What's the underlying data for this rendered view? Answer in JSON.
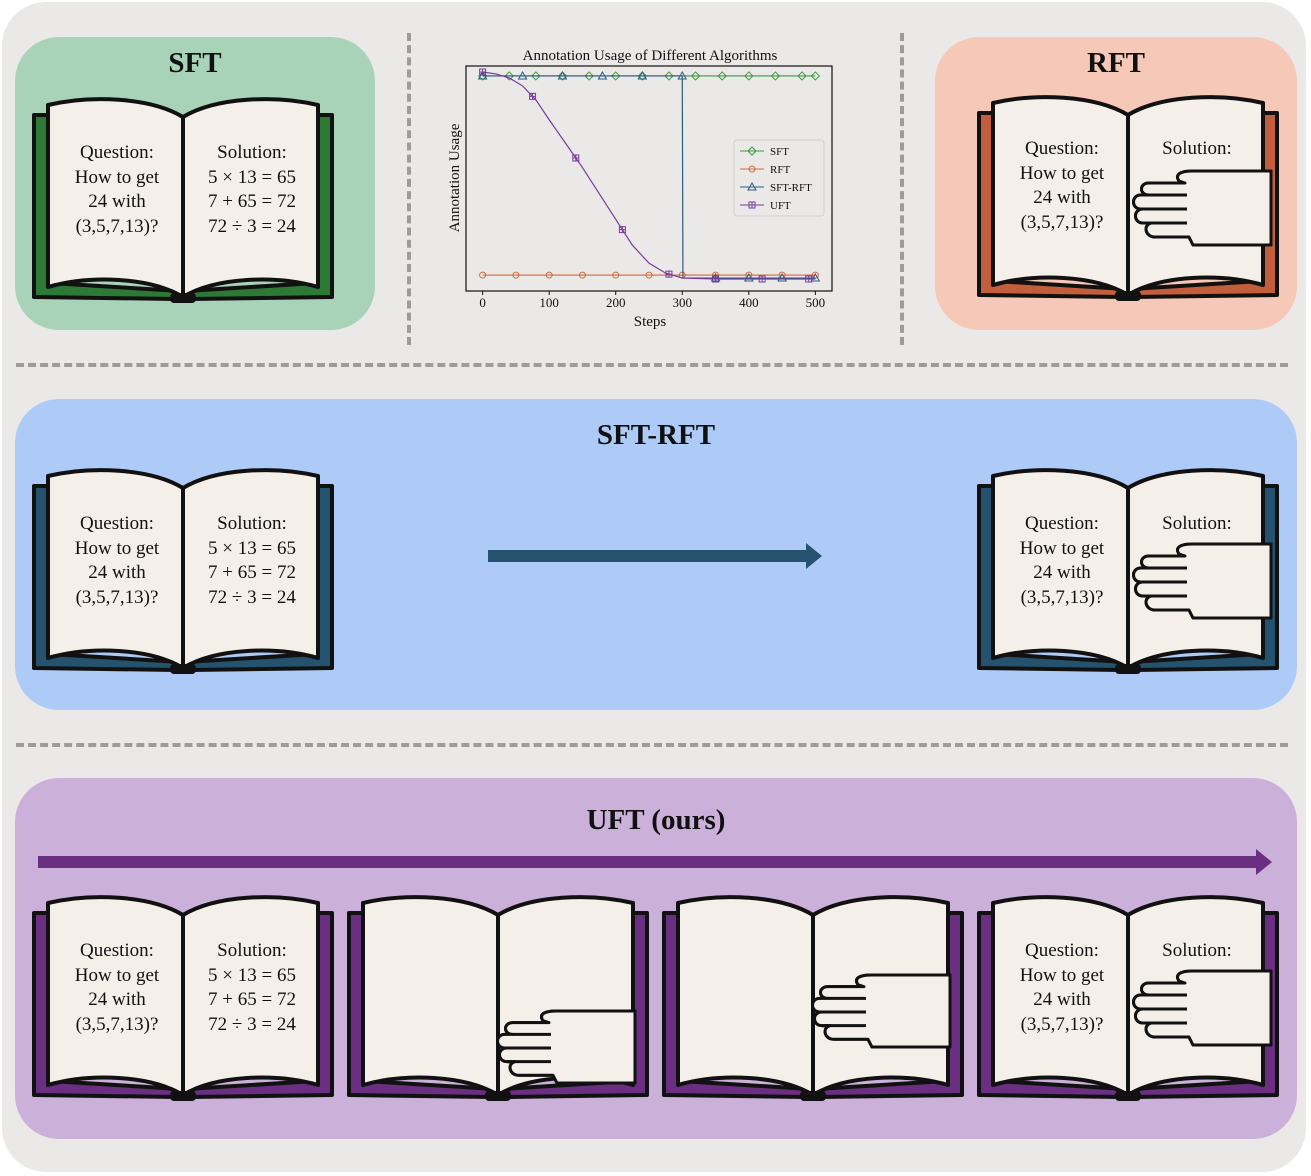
{
  "panels": {
    "sft": {
      "title": "SFT",
      "color": "#a9d3b9"
    },
    "rft": {
      "title": "RFT",
      "color": "#f6c8b7"
    },
    "sft_rft": {
      "title": "SFT-RFT",
      "color": "#aecbf7"
    },
    "uft": {
      "title": "UFT (ours)",
      "color": "#cbb1d9"
    }
  },
  "book_text": {
    "question": [
      "Question:",
      "How to get",
      "24 with",
      "(3,5,7,13)?"
    ],
    "solution_header": "Solution:",
    "solution_steps": [
      "5 × 13 = 65",
      "7 + 65 = 72",
      "72 ÷ 3 = 24"
    ]
  },
  "icons": {
    "hand": "hand-covering-icon",
    "arrow": "progress-arrow-icon",
    "book": "open-book-icon"
  },
  "colors": {
    "sft_cover": "#2d7a36",
    "rft_cover": "#c25e3b",
    "sftrft_cover": "#25536f",
    "uft_cover": "#6a2f80",
    "page": "#f5efe9",
    "sftrft_arrow": "#25536f",
    "uft_arrow": "#6a2f80"
  },
  "chart_data": {
    "type": "line",
    "title": "Annotation Usage of Different Algorithms",
    "xlabel": "Steps",
    "ylabel": "Annotation Usage",
    "xlim": [
      -25,
      525
    ],
    "ylim": [
      -0.08,
      1.05
    ],
    "xticks": [
      0,
      100,
      200,
      300,
      400,
      500
    ],
    "legend_position": "right",
    "series": [
      {
        "name": "SFT",
        "color": "#3c9a3c",
        "marker": "diamond",
        "x": [
          0,
          40,
          80,
          120,
          160,
          200,
          240,
          280,
          320,
          360,
          400,
          440,
          480,
          500
        ],
        "y": [
          1.0,
          1.0,
          1.0,
          1.0,
          1.0,
          1.0,
          1.0,
          1.0,
          1.0,
          1.0,
          1.0,
          1.0,
          1.0,
          1.0
        ]
      },
      {
        "name": "RFT",
        "color": "#d06a3a",
        "marker": "circle",
        "x": [
          0,
          50,
          100,
          150,
          200,
          250,
          300,
          350,
          400,
          450,
          500
        ],
        "y": [
          0.0,
          0.0,
          0.0,
          0.0,
          0.0,
          0.0,
          0.0,
          0.0,
          0.0,
          0.0,
          0.0
        ]
      },
      {
        "name": "SFT-RFT",
        "color": "#2a5b7e",
        "marker": "triangle",
        "x": [
          0,
          60,
          120,
          180,
          240,
          300,
          301,
          350,
          400,
          450,
          500
        ],
        "y": [
          1.0,
          1.0,
          1.0,
          1.0,
          1.0,
          1.0,
          -0.015,
          -0.015,
          -0.015,
          -0.015,
          -0.015
        ]
      },
      {
        "name": "UFT",
        "color": "#7a3a9a",
        "marker": "plus",
        "x": [
          0,
          20,
          40,
          60,
          80,
          100,
          125,
          150,
          175,
          200,
          225,
          250,
          275,
          300,
          350,
          400,
          450,
          500
        ],
        "y": [
          1.02,
          1.01,
          0.99,
          0.95,
          0.88,
          0.78,
          0.66,
          0.54,
          0.41,
          0.28,
          0.15,
          0.06,
          0.01,
          -0.015,
          -0.02,
          -0.02,
          -0.02,
          -0.02
        ],
        "markers_at": [
          0,
          75,
          140,
          210,
          280,
          350,
          420,
          490
        ]
      }
    ]
  }
}
